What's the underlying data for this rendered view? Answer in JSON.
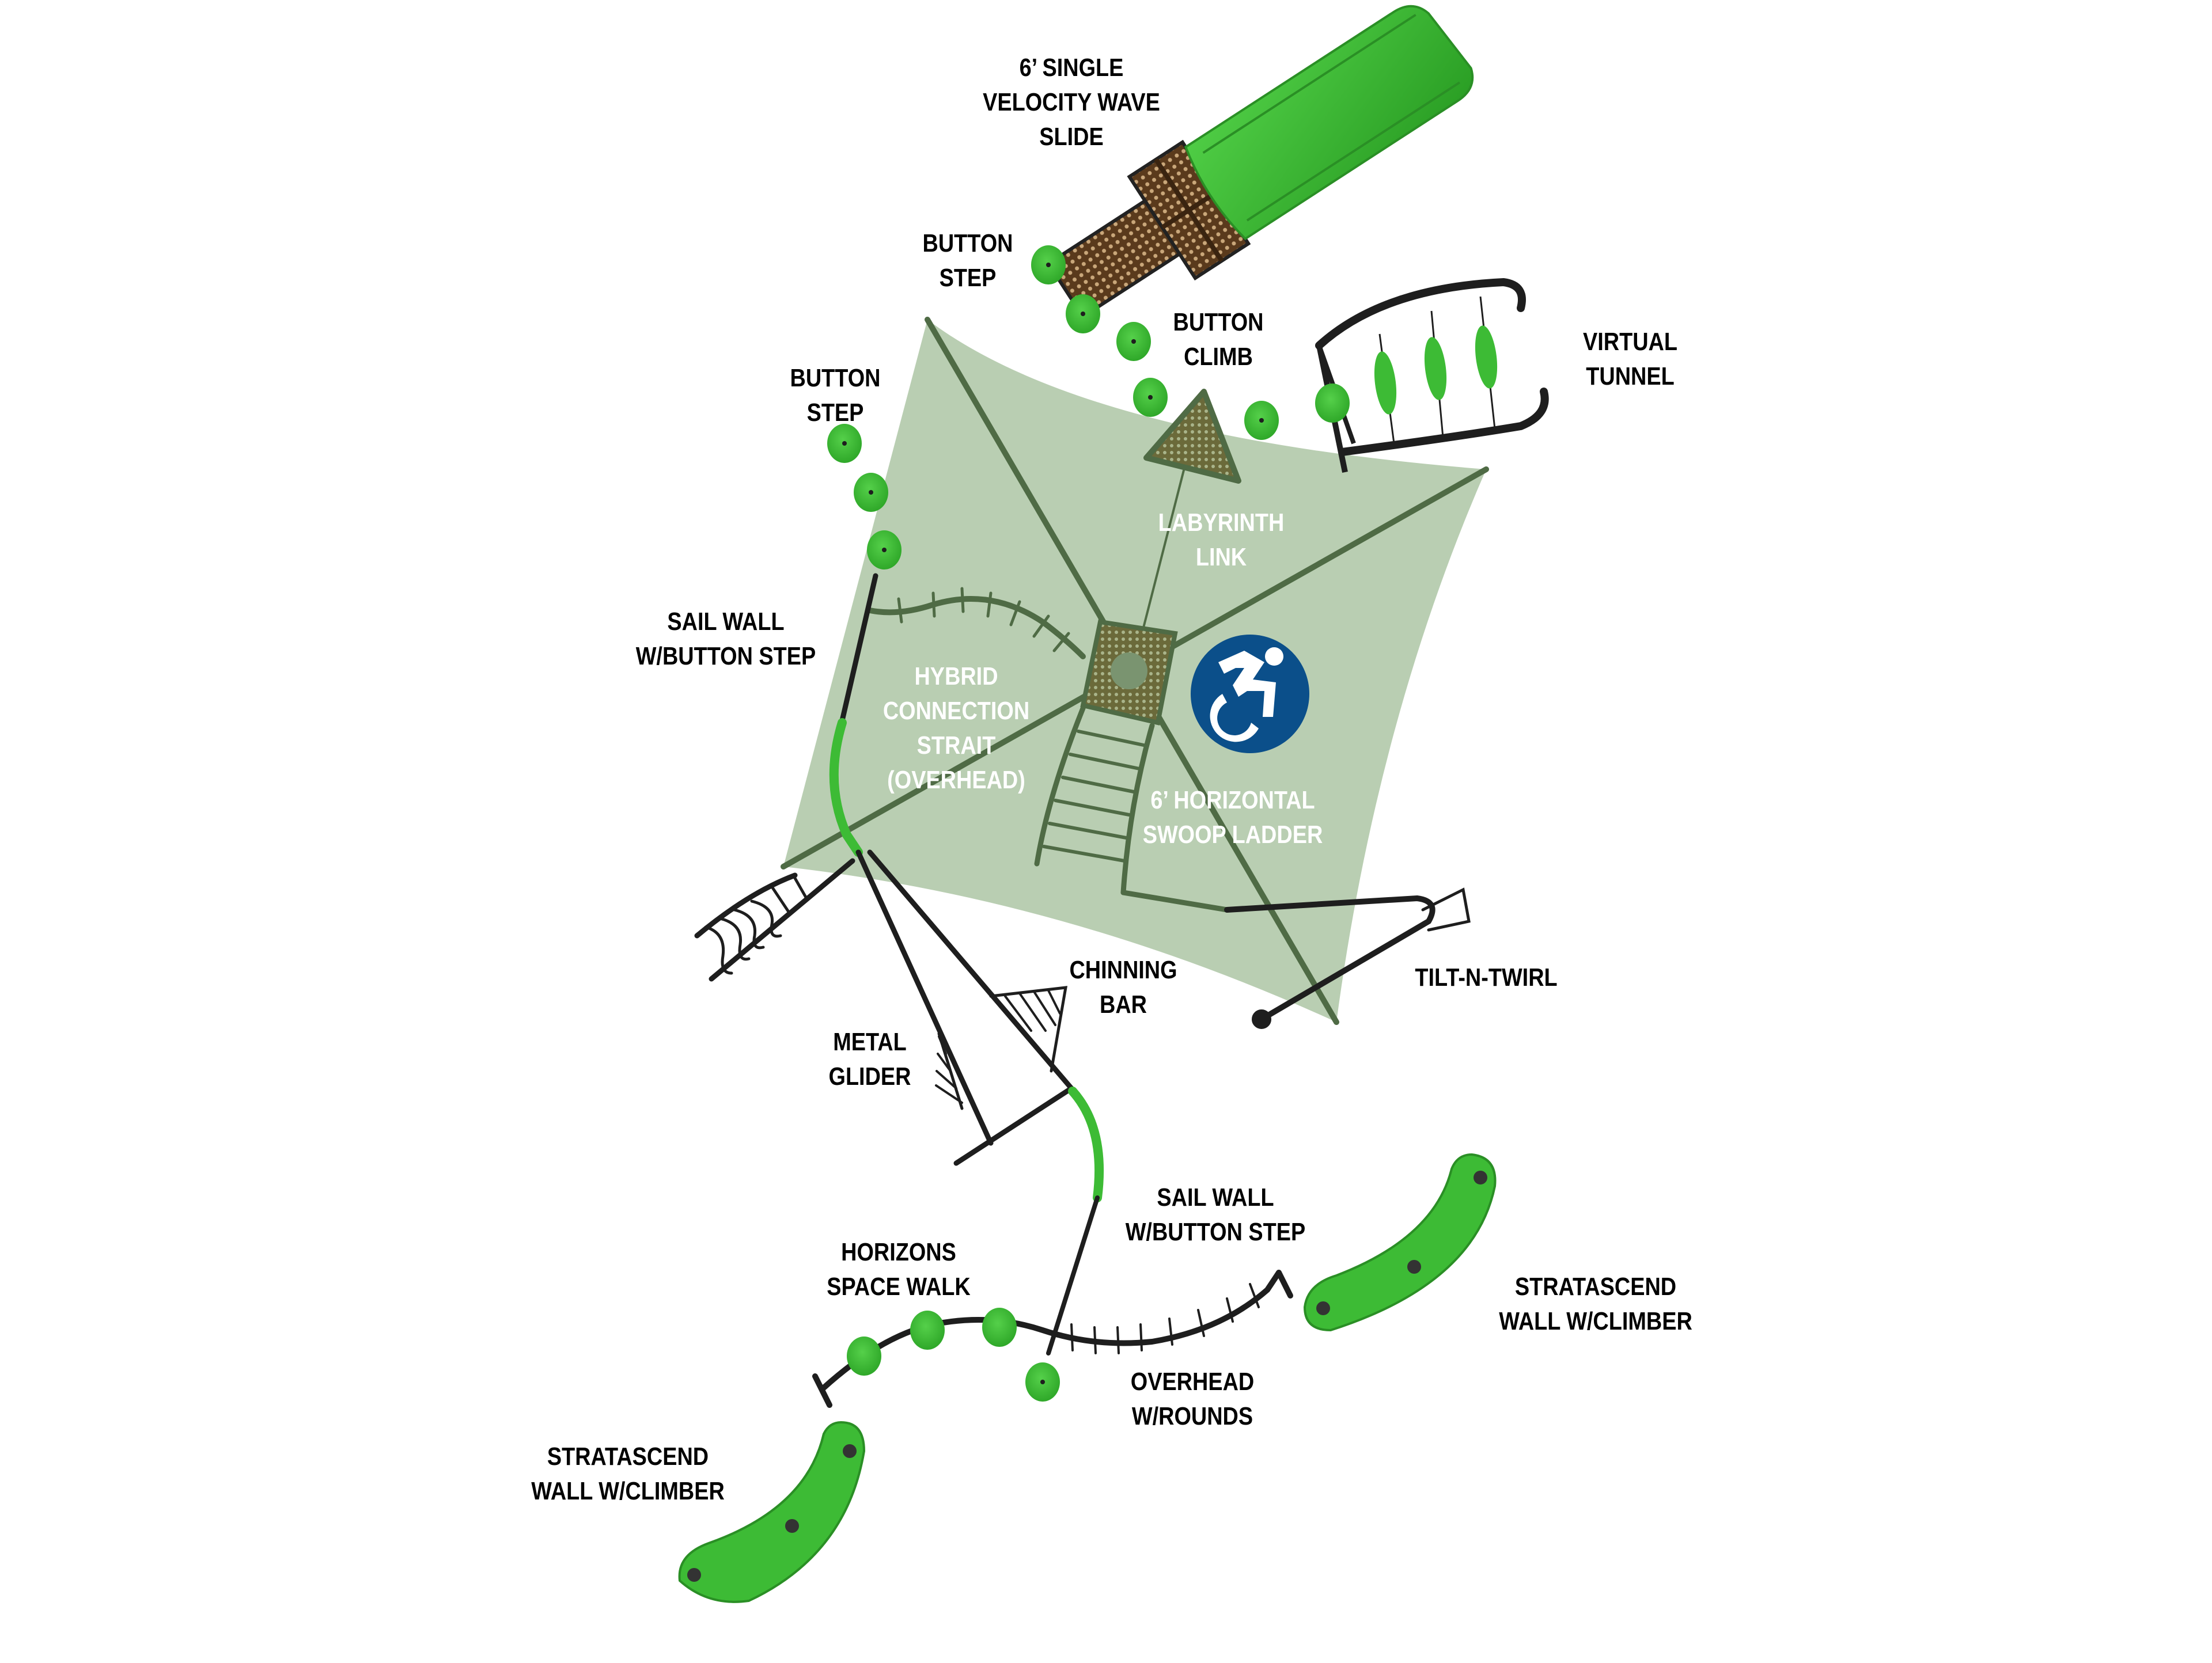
{
  "title": "Playground layout plan",
  "colors": {
    "sail": "#b9ceb2",
    "sail_frame": "#4f6b45",
    "equipment_green": "#3dbb35",
    "equipment_green_dark": "#2a8f25",
    "metal": "#1e1e1e",
    "deck_brown": "#5a3a1c",
    "accessibility_blue": "#0b4f8a",
    "label_dark": "#000000",
    "label_light": "#ffffff"
  },
  "icons": {
    "accessibility": "accessible-wheelchair-icon"
  },
  "labels": [
    {
      "id": "slide",
      "lines": [
        "6’ SINGLE",
        "VELOCITY WAVE",
        "SLIDE"
      ],
      "tone": "dark"
    },
    {
      "id": "button-step-top",
      "lines": [
        "BUTTON",
        "STEP"
      ],
      "tone": "dark"
    },
    {
      "id": "button-climb",
      "lines": [
        "BUTTON",
        "CLIMB"
      ],
      "tone": "dark"
    },
    {
      "id": "virtual-tunnel",
      "lines": [
        "VIRTUAL",
        "TUNNEL"
      ],
      "tone": "dark"
    },
    {
      "id": "button-step-left",
      "lines": [
        "BUTTON",
        "STEP"
      ],
      "tone": "dark"
    },
    {
      "id": "labyrinth-link",
      "lines": [
        "LABYRINTH",
        "LINK"
      ],
      "tone": "light"
    },
    {
      "id": "sail-wall-upper",
      "lines": [
        "SAIL WALL",
        "W/BUTTON STEP"
      ],
      "tone": "dark"
    },
    {
      "id": "hybrid-connection",
      "lines": [
        "HYBRID",
        "CONNECTION",
        "STRAIT",
        "(OVERHEAD)"
      ],
      "tone": "light"
    },
    {
      "id": "swoop-ladder",
      "lines": [
        "6’ HORIZONTAL",
        "SWOOP LADDER"
      ],
      "tone": "light"
    },
    {
      "id": "chinning-bar",
      "lines": [
        "CHINNING",
        "BAR"
      ],
      "tone": "dark"
    },
    {
      "id": "tilt-n-twirl",
      "lines": [
        "TILT-N-TWIRL"
      ],
      "tone": "dark"
    },
    {
      "id": "metal-glider",
      "lines": [
        "METAL",
        "GLIDER"
      ],
      "tone": "dark"
    },
    {
      "id": "sail-wall-lower",
      "lines": [
        "SAIL WALL",
        "W/BUTTON STEP"
      ],
      "tone": "dark"
    },
    {
      "id": "horizons-space-walk",
      "lines": [
        "HORIZONS",
        "SPACE WALK"
      ],
      "tone": "dark"
    },
    {
      "id": "stratascend-right",
      "lines": [
        "STRATASCEND",
        "WALL W/CLIMBER"
      ],
      "tone": "dark"
    },
    {
      "id": "overhead-rounds",
      "lines": [
        "OVERHEAD",
        "W/ROUNDS"
      ],
      "tone": "dark"
    },
    {
      "id": "stratascend-left",
      "lines": [
        "STRATASCEND",
        "WALL W/CLIMBER"
      ],
      "tone": "dark"
    }
  ]
}
